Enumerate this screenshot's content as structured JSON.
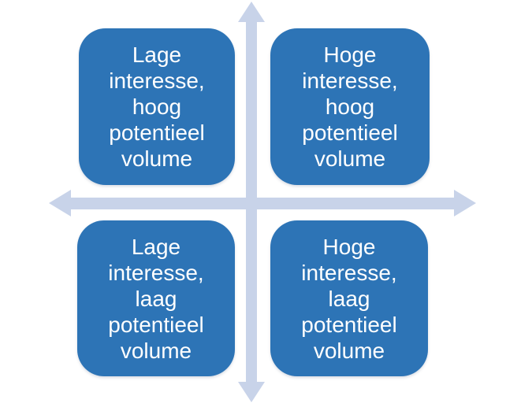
{
  "diagram": {
    "type": "quadrant-matrix",
    "colors": {
      "background": "#ffffff",
      "box-fill": "#2d74b6",
      "box-text": "#ffffff",
      "axis-fill": "#c8d3e9"
    },
    "icons": {
      "horizontal_axis": "left-right-double-arrow",
      "vertical_axis": "up-down-double-arrow"
    },
    "quadrants": [
      {
        "position": "top-left",
        "label": "Lage interesse, hoog potentieel volume",
        "lines": [
          "Lage",
          "interesse,",
          "hoog",
          "potentieel",
          "volume"
        ]
      },
      {
        "position": "top-right",
        "label": "Hoge interesse, hoog potentieel volume",
        "lines": [
          "Hoge",
          "interesse,",
          "hoog",
          "potentieel",
          "volume"
        ]
      },
      {
        "position": "bottom-left",
        "label": "Lage interesse, laag potentieel volume",
        "lines": [
          "Lage",
          "interesse,",
          "laag",
          "potentieel",
          "volume"
        ]
      },
      {
        "position": "bottom-right",
        "label": "Hoge interesse, laag potentieel volume",
        "lines": [
          "Hoge",
          "interesse,",
          "laag",
          "potentieel",
          "volume"
        ]
      }
    ]
  }
}
